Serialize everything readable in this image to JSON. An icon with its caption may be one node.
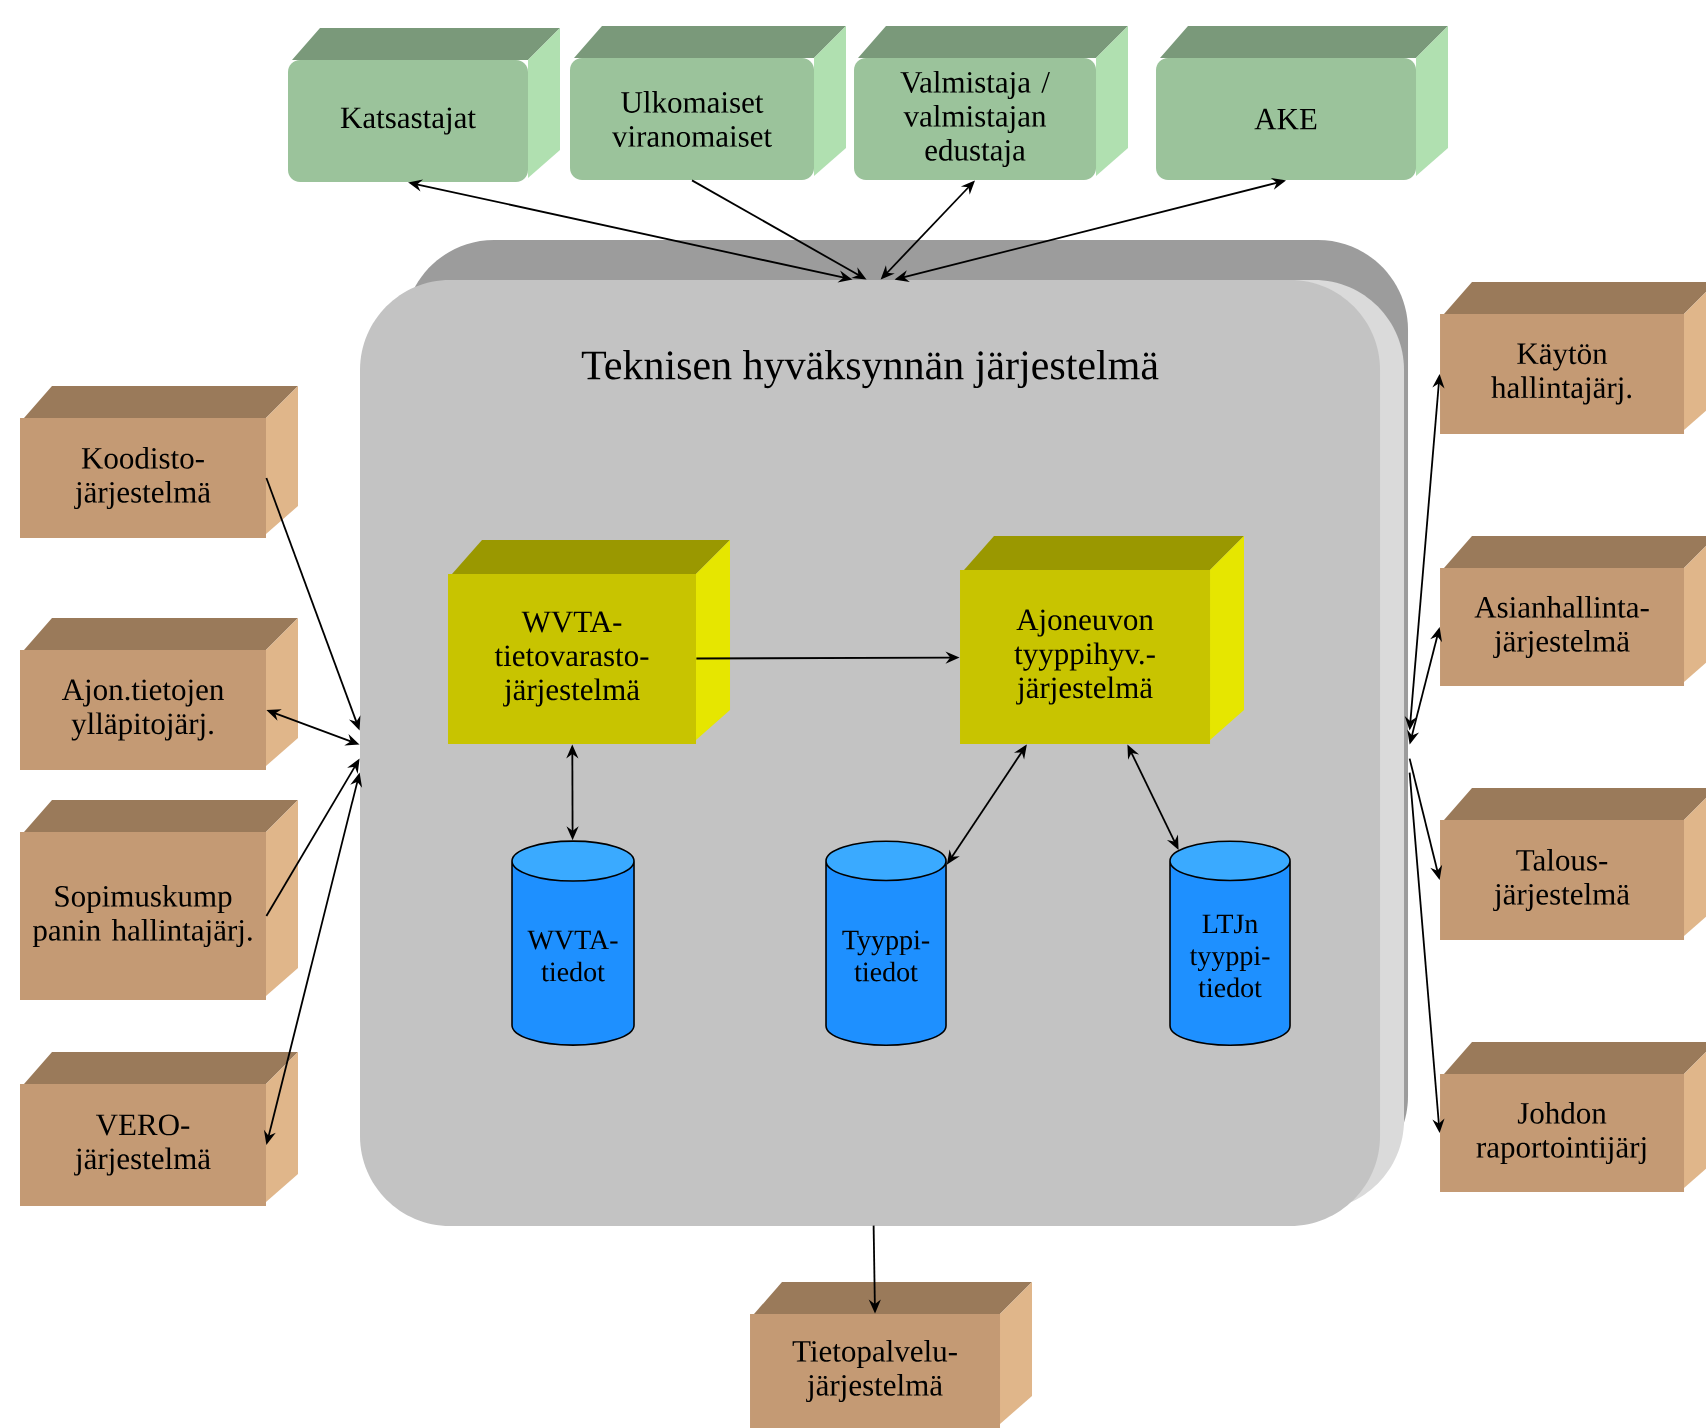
{
  "diagram": {
    "nodes": [
      {
        "text": [
          "Katsastajat"
        ]
      },
      {
        "text": [
          "Ulkomaiset viranomaiset"
        ]
      },
      {
        "text": [
          "Valmistaja / valmistajan edustaja"
        ]
      },
      {
        "text": [
          "AKE"
        ]
      },
      {
        "text": [
          "Teknisen hyväksynnän järjestelmä"
        ]
      },
      {
        "text": [
          "WVTA- tietovarasto- järjestelmä"
        ],
        "in": 4
      },
      {
        "text": [
          "Ajoneuvon tyyppihyv.- järjestelmä"
        ],
        "in": 4
      },
      {
        "text": [
          "WVTA- tiedot"
        ],
        "in": 4
      },
      {
        "text": [
          "Tyyppi- tiedot"
        ],
        "in": 4
      },
      {
        "text": [
          "LTJn tyyppi- tiedot"
        ],
        "in": 4
      },
      {
        "text": [
          "Koodisto- järjestelmä"
        ]
      },
      {
        "text": [
          "Ajon.tietojen ylläpitojärj."
        ]
      },
      {
        "text": [
          "Sopimuskump panin hallintajärj."
        ]
      },
      {
        "text": [
          "VERO- järjestelmä"
        ]
      },
      {
        "text": [
          "Käytön hallintajärj."
        ]
      },
      {
        "text": [
          "Asianhallinta- järjestelmä"
        ]
      },
      {
        "text": [
          "Talous- järjestelmä"
        ]
      },
      {
        "text": [
          "Johdon raportointijärj"
        ]
      },
      {
        "text": [
          "Tietopalvelu- järjestelmä"
        ]
      }
    ],
    "edges": [
      {
        "from": 4,
        "to": 0,
        "arrow": "both"
      },
      {
        "from": 1,
        "to": 4,
        "arrow": "to"
      },
      {
        "from": 4,
        "to": 2,
        "arrow": "both"
      },
      {
        "from": 4,
        "to": 3,
        "arrow": "both"
      },
      {
        "from": 10,
        "to": 4,
        "arrow": "to"
      },
      {
        "from": 4,
        "to": 11,
        "arrow": "both"
      },
      {
        "from": 12,
        "to": 4,
        "arrow": "to"
      },
      {
        "from": 4,
        "to": 13,
        "arrow": "both"
      },
      {
        "from": 4,
        "to": 14,
        "arrow": "both"
      },
      {
        "from": 4,
        "to": 15,
        "arrow": "both"
      },
      {
        "from": 4,
        "to": 16,
        "arrow": "to"
      },
      {
        "from": 4,
        "to": 17,
        "arrow": "to"
      },
      {
        "from": 4,
        "to": 18,
        "arrow": "to"
      },
      {
        "from": 5,
        "to": 6,
        "arrow": "to"
      },
      {
        "from": 5,
        "to": 7,
        "arrow": "both"
      },
      {
        "from": 6,
        "to": 8,
        "arrow": "both"
      },
      {
        "from": 6,
        "to": 9,
        "arrow": "both"
      }
    ]
  }
}
